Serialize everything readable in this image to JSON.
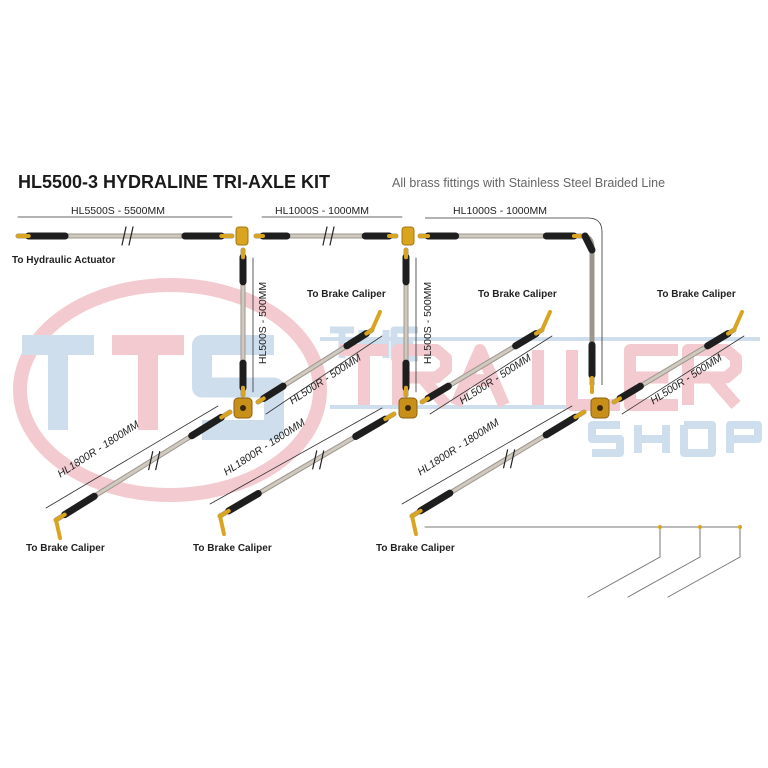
{
  "header": {
    "title": "HL5500-3 HYDRALINE TRI-AXLE KIT",
    "subtitle": "All brass fittings with Stainless Steel Braided Line"
  },
  "hoses": {
    "main": "HL5500S - 5500MM",
    "bridge_1": "HL1000S - 1000MM",
    "bridge_2": "HL1000S - 1000MM",
    "drop_1": "HL500S - 500MM",
    "drop_2": "HL500S - 500MM",
    "short_1": "HL500R - 500MM",
    "short_2": "HL500R - 500MM",
    "short_3": "HL500R - 500MM",
    "long_1": "HL1800R - 1800MM",
    "long_2": "HL1800R - 1800MM",
    "long_3": "HL1800R - 1800MM"
  },
  "destinations": {
    "actuator": "To Hydraulic Actuator",
    "caliper_top_1": "To Brake Caliper",
    "caliper_top_2": "To Brake Caliper",
    "caliper_top_3": "To Brake Caliper",
    "caliper_bottom_1": "To Brake Caliper",
    "caliper_bottom_2": "To Brake Caliper",
    "caliper_bottom_3": "To Brake Caliper"
  },
  "watermark": {
    "monogram": "TTS",
    "line1": "THE",
    "line2": "TRAILER",
    "line3": "SHOP"
  },
  "colors": {
    "brass": "#d9a520",
    "sleeve": "#1e1e1e",
    "braid": "#cfc9c0",
    "watermark_red": "#e8a0a8",
    "watermark_blue": "#a8c4e0"
  }
}
